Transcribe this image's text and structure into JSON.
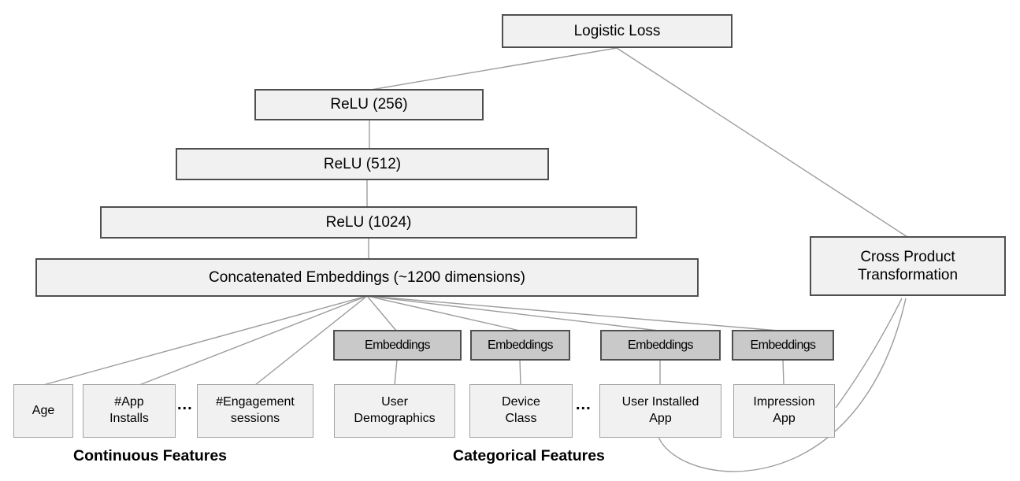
{
  "colors": {
    "background": "#ffffff",
    "box_fill": "#f1f1f2",
    "box_border_dark": "#4f4f4f",
    "feature_box_border": "#a3a3a3",
    "embedding_fill": "#c9c9c9",
    "connector": "#9c9c9c",
    "text": "#000000"
  },
  "nodes": {
    "logistic_loss": "Logistic Loss",
    "relu_256": "ReLU (256)",
    "relu_512": "ReLU (512)",
    "relu_1024": "ReLU (1024)",
    "concatenated_embeddings": "Concatenated Embeddings (~1200 dimensions)",
    "cross_product_transformation": "Cross Product\nTransformation",
    "embedding_1": "Embeddings",
    "embedding_2": "Embeddings",
    "embedding_3": "Embeddings",
    "embedding_4": "Embeddings",
    "age": "Age",
    "app_installs": "#App\nInstalls",
    "engagement_sessions": "#Engagement\nsessions",
    "user_demographics": "User\nDemographics",
    "device_class": "Device\nClass",
    "user_installed_app": "User Installed\nApp",
    "impression_app": "Impression\nApp",
    "ellipsis_continuous": "...",
    "ellipsis_categorical": "..."
  },
  "group_labels": {
    "continuous": "Continuous Features",
    "categorical": "Categorical Features"
  }
}
